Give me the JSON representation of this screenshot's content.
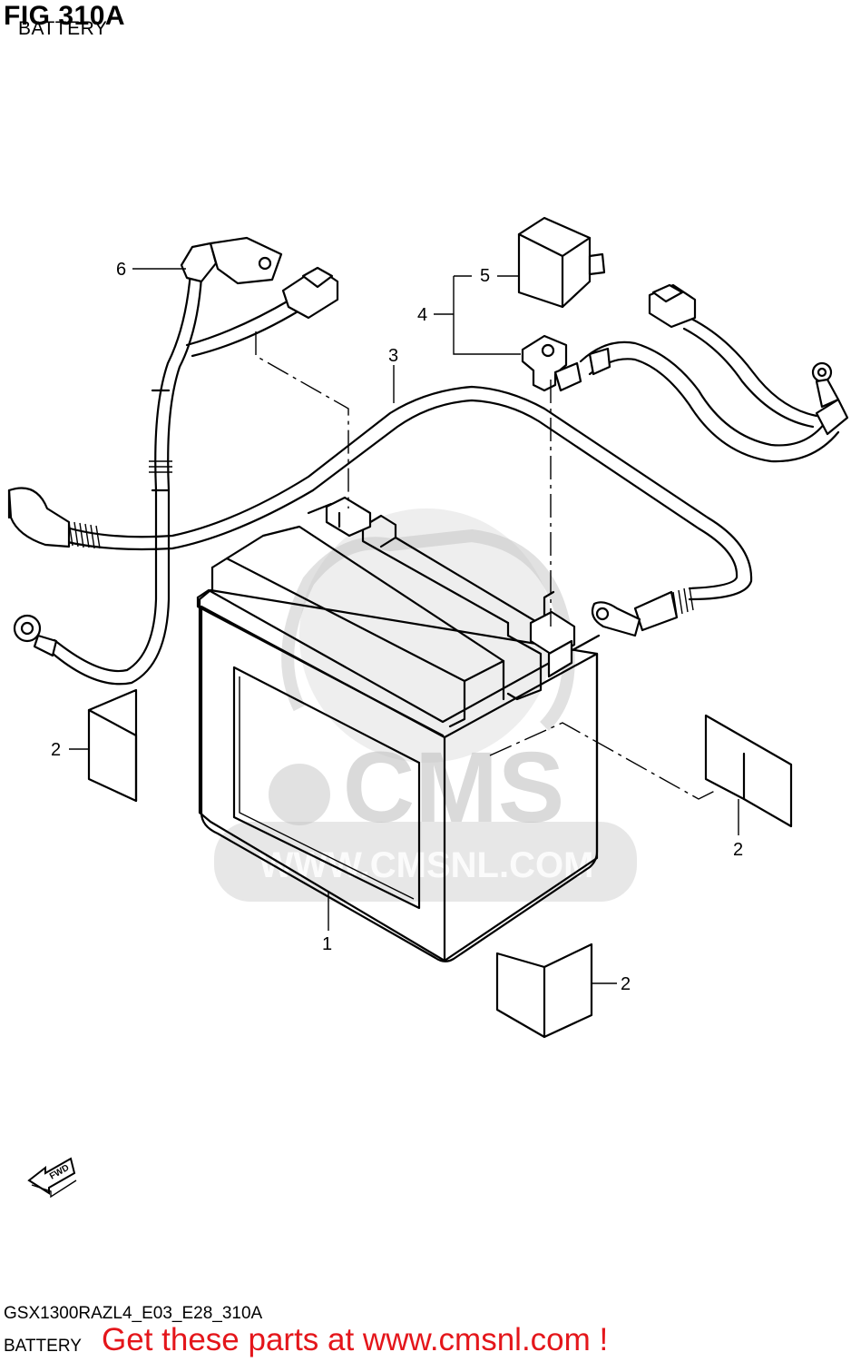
{
  "header": {
    "figure_title": "FIG 310A",
    "figure_subtitle": "BATTERY"
  },
  "watermark": {
    "logo_text": "CMS",
    "url_text": "WWW.CMSNL.COM"
  },
  "callouts": [
    {
      "id": "p1",
      "label": "1"
    },
    {
      "id": "p2a",
      "label": "2"
    },
    {
      "id": "p2b",
      "label": "2"
    },
    {
      "id": "p2c",
      "label": "2"
    },
    {
      "id": "p3",
      "label": "3"
    },
    {
      "id": "p4",
      "label": "4"
    },
    {
      "id": "p5",
      "label": "5"
    },
    {
      "id": "p6",
      "label": "6"
    }
  ],
  "direction_badge": {
    "text": "FWD"
  },
  "footer": {
    "model_code": "GSX1300RAZL4_E03_E28_310A",
    "model_name": "BATTERY",
    "cta_link": "Get these parts at www.cmsnl.com !"
  },
  "colors": {
    "cta": "#e4161b",
    "line": "#000000",
    "watermark": "#bdbdbd"
  }
}
